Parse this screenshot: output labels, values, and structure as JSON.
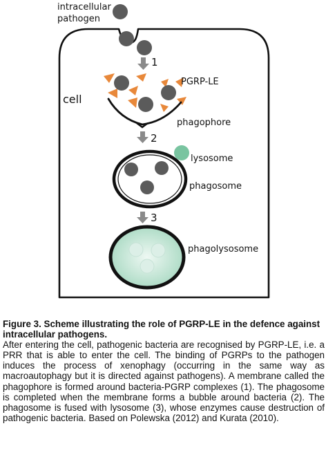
{
  "diagram": {
    "labels": {
      "intracellular_pathogen_line1": "intracellular",
      "intracellular_pathogen_line2": "pathogen",
      "cell": "cell",
      "pgrp_le": "PGRP-LE",
      "phagophore": "phagophore",
      "lysosome": "lysosome",
      "phagosome": "phagosome",
      "phagolysosome": "phagolysosome"
    },
    "steps": [
      "1",
      "2",
      "3"
    ],
    "colors": {
      "pathogen": "#5b5b5b",
      "pgrp": "#e8883a",
      "lysosome": "#79c4a0",
      "phagolysosome_fill": "#cfe9df",
      "membrane": "#111111",
      "arrow": "#8a8a8a"
    }
  },
  "caption": {
    "title": "Figure 3. Scheme illustrating the role of PGRP-LE in the defence against intracellular pathogens.",
    "body": "After entering the cell, pathogenic bacteria are recognised by PGRP-LE, i.e. a PRR that is able to enter the cell. The binding of PGRPs to the pathogen induces the process of xenophagy (occurring in the same way as macroautophagy but it is directed against pathogens). A membrane called the phagophore is formed around bacteria-PGRP complexes (1). The phagosome is completed when the membrane forms a bubble around bacteria (2). The phagosome is fused with lysosome (3), whose enzymes cause destruction of pathogenic bacteria. Based on Polewska (2012) and Kurata (2010)."
  }
}
